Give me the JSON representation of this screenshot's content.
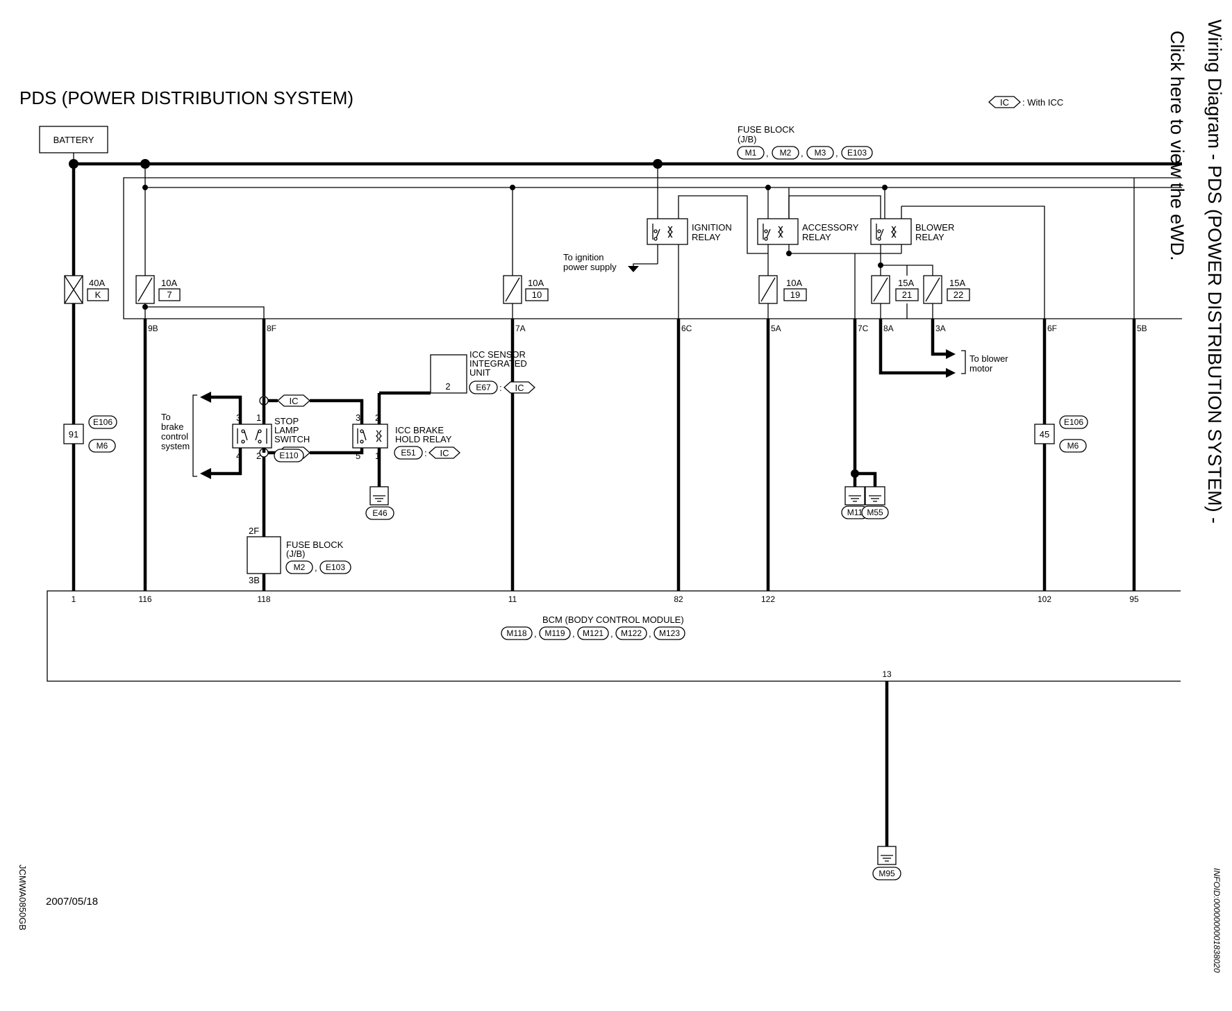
{
  "header": {
    "side_title": "Wiring Diagram - PDS (POWER DISTRIBUTION SYSTEM) -",
    "side_link": "Click here to view the eWD.",
    "diagram_title": "PDS (POWER DISTRIBUTION SYSTEM)"
  },
  "legend": {
    "symbol": "IC",
    "text": ": With ICC"
  },
  "battery": "BATTERY",
  "fuse_block_top": {
    "line1": "FUSE BLOCK",
    "line2": "(J/B)",
    "connectors": [
      "M1",
      "M2",
      "M3",
      "E103"
    ]
  },
  "relays": {
    "ignition": [
      "IGNITION",
      "RELAY"
    ],
    "accessory": [
      "ACCESSORY",
      "RELAY"
    ],
    "blower": [
      "BLOWER",
      "RELAY"
    ]
  },
  "to_ignition": [
    "To ignition",
    "power supply"
  ],
  "fuses": [
    {
      "amp": "40A",
      "id": "K"
    },
    {
      "amp": "10A",
      "id": "7"
    },
    {
      "amp": "10A",
      "id": "10"
    },
    {
      "amp": "10A",
      "id": "19"
    },
    {
      "amp": "15A",
      "id": "21"
    },
    {
      "amp": "15A",
      "id": "22"
    }
  ],
  "terminals": {
    "fb_9B": "9B",
    "fb_8F": "8F",
    "fb_7A": "7A",
    "fb_6C": "6C",
    "fb_5A": "5A",
    "fb_7C": "7C",
    "fb_8A": "8A",
    "fb_3A": "3A",
    "fb_6F": "6F",
    "fb_5B": "5B"
  },
  "to_blower": [
    "To blower",
    "motor"
  ],
  "icc_sensor": {
    "lines": [
      "ICC SENSOR",
      "INTEGRATED",
      "UNIT"
    ],
    "pin": "2",
    "connector": "E67"
  },
  "stop_lamp": {
    "lines": [
      "STOP",
      "LAMP",
      "SWITCH"
    ],
    "connector": "E110",
    "pins": [
      "3",
      "1",
      "4",
      "2"
    ]
  },
  "icc_relay": {
    "lines": [
      "ICC BRAKE",
      "HOLD RELAY"
    ],
    "connector": "E51",
    "pins": [
      "3",
      "2",
      "5",
      "1"
    ]
  },
  "to_brake": [
    "To",
    "brake",
    "control",
    "system"
  ],
  "joint_left": {
    "pin": "91",
    "connectors": [
      "E106",
      "M6"
    ]
  },
  "joint_right": {
    "pin": "45",
    "connectors": [
      "E106",
      "M6"
    ]
  },
  "grounds": {
    "e46": "E46",
    "m11": "M11",
    "m55": "M55",
    "m95": "M95"
  },
  "fuse_block_lower": {
    "top_pin": "2F",
    "bottom_pin": "3B",
    "line1": "FUSE BLOCK",
    "line2": "(J/B)",
    "connectors": [
      "M2",
      "E103"
    ]
  },
  "bcm": {
    "title": "BCM (BODY CONTROL MODULE)",
    "connectors": [
      "M118",
      "M119",
      "M121",
      "M122",
      "M123"
    ],
    "pins": [
      "1",
      "116",
      "118",
      "11",
      "82",
      "122",
      "102",
      "95"
    ],
    "ground_pin": "13"
  },
  "footer": {
    "date": "2007/05/18",
    "code": "JCMWA0850GB",
    "info_id": "INFOID:0000000001838020"
  }
}
